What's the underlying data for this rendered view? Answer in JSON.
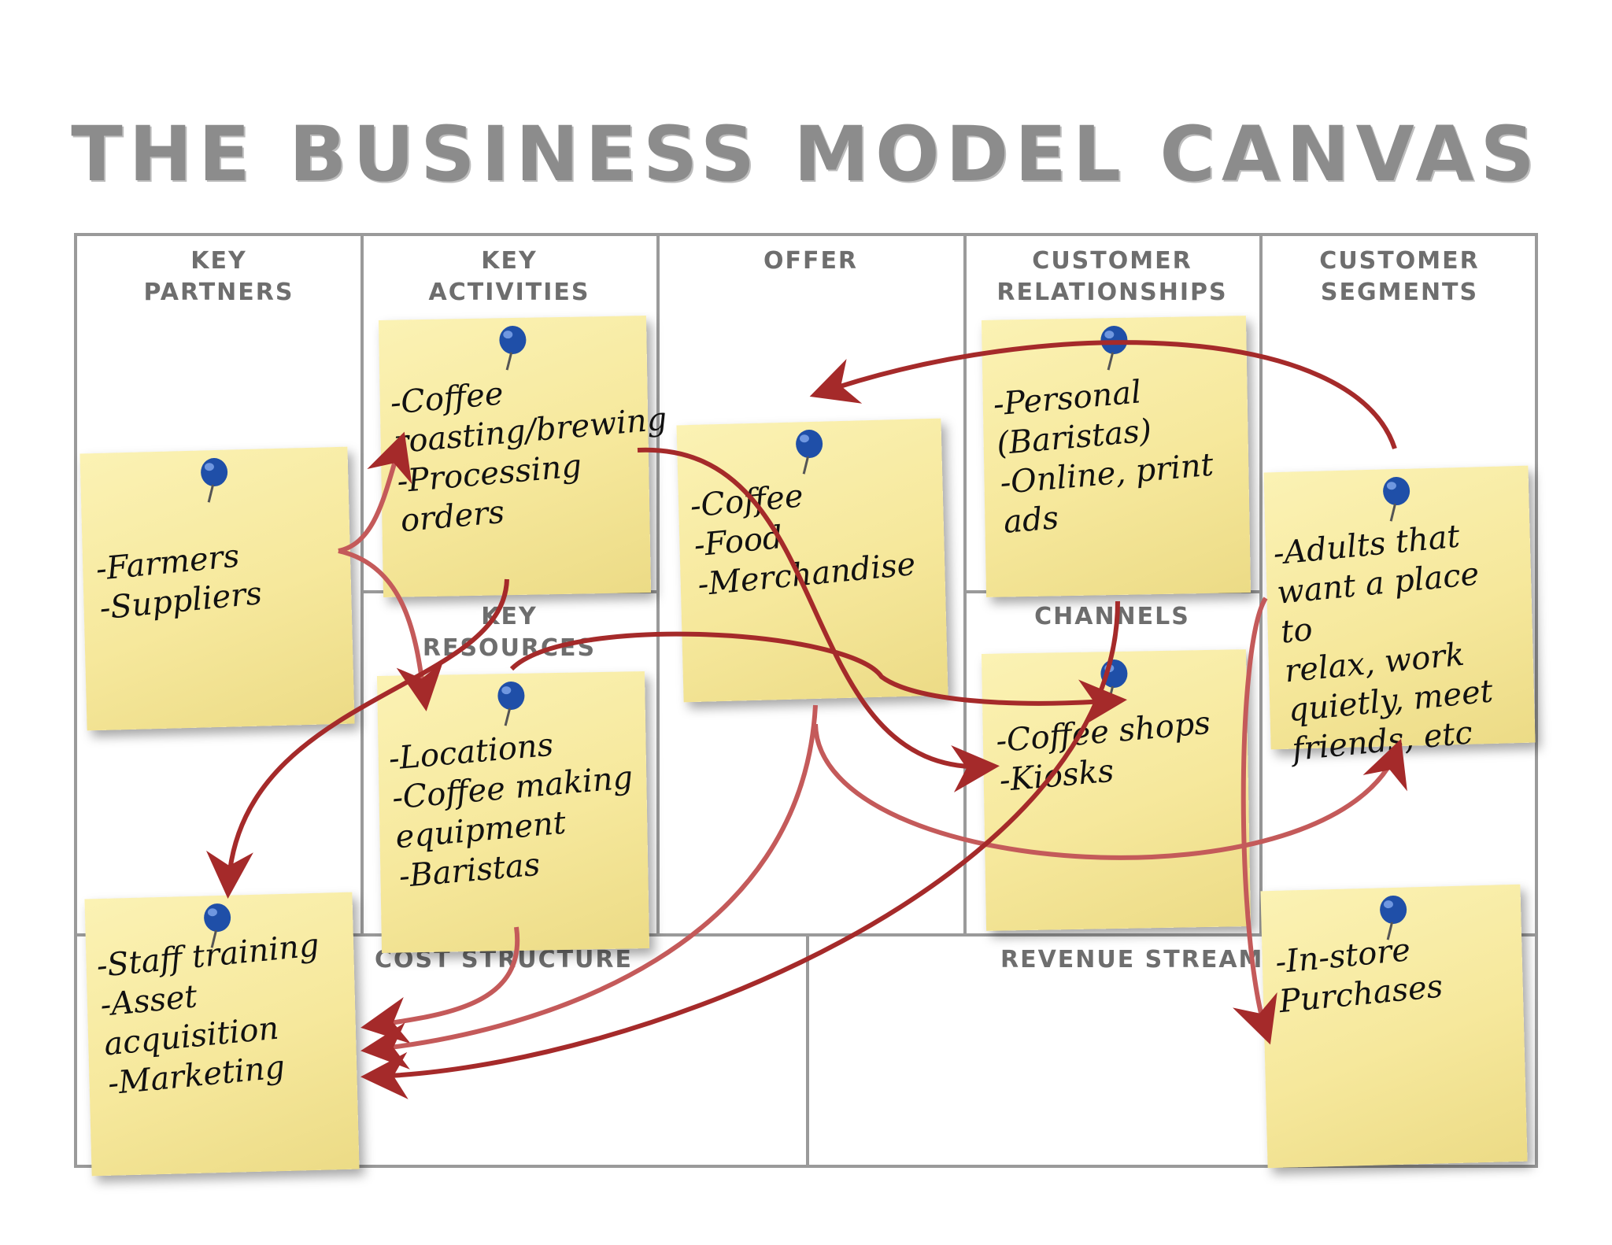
{
  "title": "THE BUSINESS MODEL CANVAS",
  "sections": {
    "key_partners": "KEY\nPARTNERS",
    "key_activities": "KEY\nACTIVITIES",
    "key_resources": "KEY\nRESOURCES",
    "offer": "OFFER",
    "customer_relationships": "CUSTOMER\nRELATIONSHIPS",
    "channels": "CHANNELS",
    "customer_segments": "CUSTOMER\nSEGMENTS",
    "cost_structure": "COST STRUCTURE",
    "revenue_streams": "REVENUE STREAMS"
  },
  "notes": {
    "key_partners": "-Farmers\n-Suppliers",
    "key_activities": "-Coffee\nroasting/brewing\n-Processing\norders",
    "key_resources": "-Locations\n-Coffee making\nequipment\n-Baristas",
    "offer": "-Coffee\n-Food\n-Merchandise",
    "customer_relationships": "-Personal\n(Baristas)\n-Online, print\nads",
    "channels": "-Coffee shops\n-Kiosks",
    "customer_segments": "-Adults that\nwant a place to\nrelax, work\nquietly, meet\nfriends, etc",
    "cost_structure": "-Staff training\n-Asset\nacquisition\n-Marketing",
    "revenue_streams": "-In-store\nPurchases"
  },
  "colors": {
    "arrow": "#a52a2a",
    "arrow_light": "#d07a7a",
    "pin": "#1f4fa8",
    "note": "#f7ea9f",
    "grid": "#9a9a9a"
  }
}
